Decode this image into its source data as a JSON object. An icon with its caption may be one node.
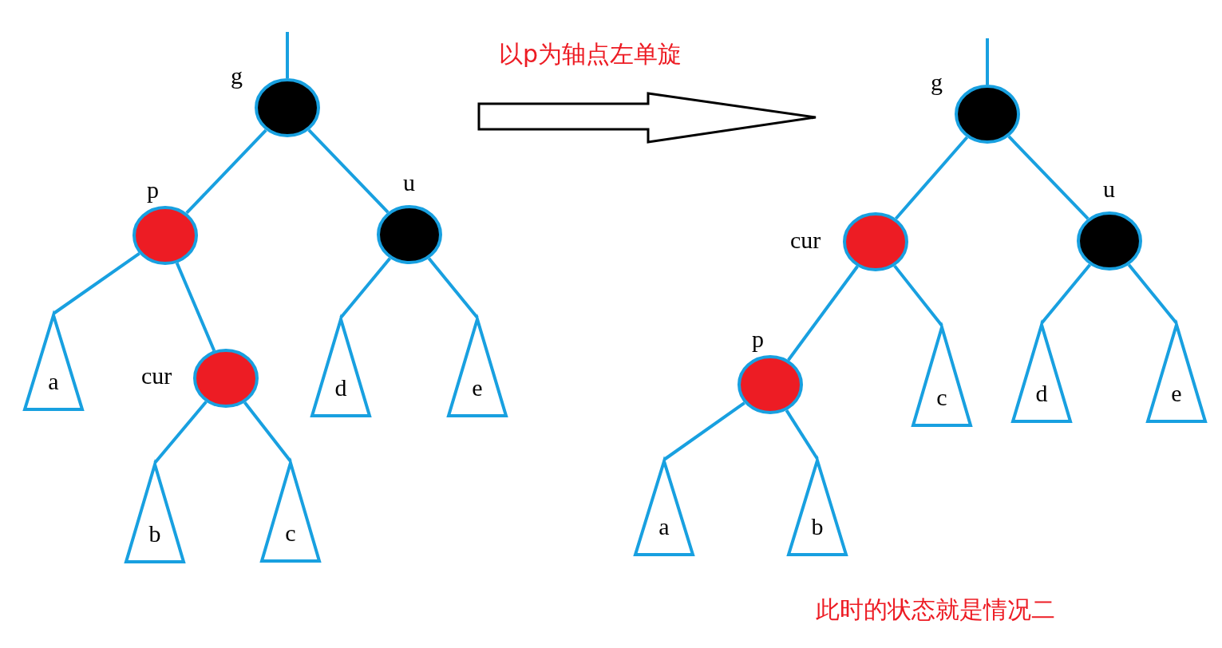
{
  "diagram": {
    "nodes": [
      {
        "text": [],
        "shape": "circle",
        "beside": [
          "g"
        ]
      },
      {
        "text": [],
        "shape": "circle",
        "beside": [
          "p"
        ]
      },
      {
        "text": [],
        "shape": "circle",
        "beside": [
          "u"
        ]
      },
      {
        "text": [
          "a"
        ]
      },
      {
        "text": [],
        "shape": "circle",
        "beside": [
          "cur"
        ]
      },
      {
        "text": [
          "d"
        ]
      },
      {
        "text": [
          "e"
        ]
      },
      {
        "text": [
          "b"
        ]
      },
      {
        "text": [
          "c"
        ]
      },
      {
        "text": [],
        "shape": "circle",
        "beside": [
          "g"
        ]
      },
      {
        "text": [],
        "shape": "circle",
        "beside": [
          "cur"
        ]
      },
      {
        "text": [],
        "shape": "circle",
        "beside": [
          "u"
        ]
      },
      {
        "text": [],
        "shape": "circle",
        "beside": [
          "p"
        ]
      },
      {
        "text": [
          "c"
        ]
      },
      {
        "text": [
          "d"
        ]
      },
      {
        "text": [
          "e"
        ]
      },
      {
        "text": [
          "a"
        ]
      },
      {
        "text": [
          "b"
        ]
      }
    ],
    "edges": [
      {
        "from": null,
        "to": 0,
        "arrow": "none"
      },
      {
        "from": 0,
        "to": 1,
        "arrow": "none"
      },
      {
        "from": 0,
        "to": 2,
        "arrow": "none"
      },
      {
        "from": 1,
        "to": 3,
        "arrow": "none"
      },
      {
        "from": 1,
        "to": 4,
        "arrow": "none"
      },
      {
        "from": 4,
        "to": 7,
        "arrow": "none"
      },
      {
        "from": 4,
        "to": 8,
        "arrow": "none"
      },
      {
        "from": 2,
        "to": 5,
        "arrow": "none"
      },
      {
        "from": 2,
        "to": 6,
        "arrow": "none"
      },
      {
        "from": null,
        "to": 9,
        "arrow": "none"
      },
      {
        "from": 9,
        "to": 10,
        "arrow": "none"
      },
      {
        "from": 9,
        "to": 11,
        "arrow": "none"
      },
      {
        "from": 10,
        "to": 12,
        "arrow": "none"
      },
      {
        "from": 10,
        "to": 13,
        "arrow": "none"
      },
      {
        "from": 12,
        "to": 16,
        "arrow": "none"
      },
      {
        "from": 12,
        "to": 17,
        "arrow": "none"
      },
      {
        "from": 11,
        "to": 14,
        "arrow": "none"
      },
      {
        "from": 11,
        "to": 15,
        "arrow": "none"
      }
    ],
    "labels": [
      "以p为轴点左单旋",
      "此时的状态就是情况二"
    ]
  }
}
